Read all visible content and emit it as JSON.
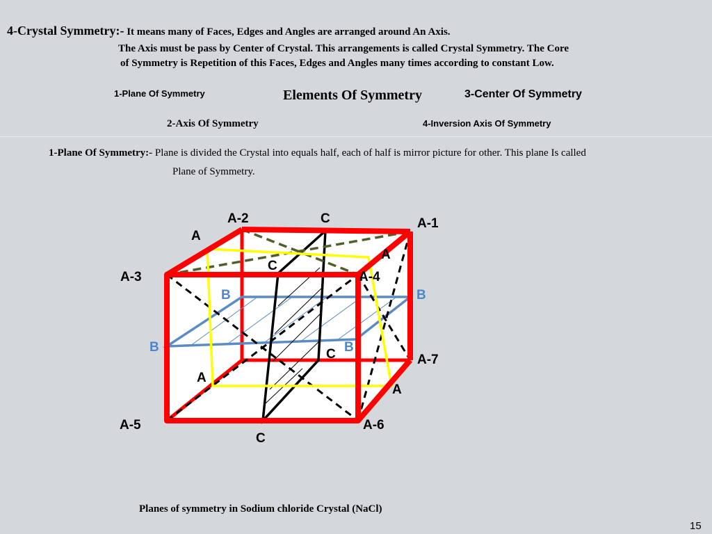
{
  "header": {
    "heading": "4-Crystal  Symmetry:-",
    "line1": "It means many of Faces, Edges and Angles are arranged around An Axis.",
    "line2": "The Axis must be pass by Center of Crystal. This arrangements is called Crystal Symmetry. The Core",
    "line3": "of Symmetry is  Repetition of this Faces, Edges and Angles many times according to constant Low."
  },
  "elements": {
    "title": "Elements Of Symmetry",
    "item1": "1-Plane Of Symmetry",
    "item2": "2-Axis Of Symmetry",
    "item3": "3-Center Of Symmetry",
    "item4": "4-Inversion Axis Of Symmetry"
  },
  "definition": {
    "heading": "1-Plane Of Symmetry:-",
    "line1": "Plane is divided the Crystal into equals half, each of half is mirror picture for other. This plane Is called",
    "line2": "Plane of Symmetry."
  },
  "diagram": {
    "labels": {
      "a2": "A-2",
      "c_top": "C",
      "a1": "A-1",
      "a_top_left": "A",
      "a_right": "A",
      "c_mid": "C",
      "a3": "A-3",
      "a4": "A-4",
      "b_left_inner": "B",
      "b_right": "B",
      "b_left": "B",
      "b_center": "B",
      "c_center": "C",
      "a7": "A-7",
      "a_low_left": "A",
      "a_low_right": "A",
      "a5": "A-5",
      "a6": "A-6",
      "c_bottom": "C"
    },
    "colors": {
      "cube_edges": "#ff0000",
      "plane_a": "#ffff00",
      "plane_b": "#5b8bc4",
      "plane_c": "#000000",
      "diagonal_planes": "#4f5f2a"
    }
  },
  "caption": "Planes of symmetry in Sodium chloride Crystal (NaCl)",
  "slide_number": "15"
}
